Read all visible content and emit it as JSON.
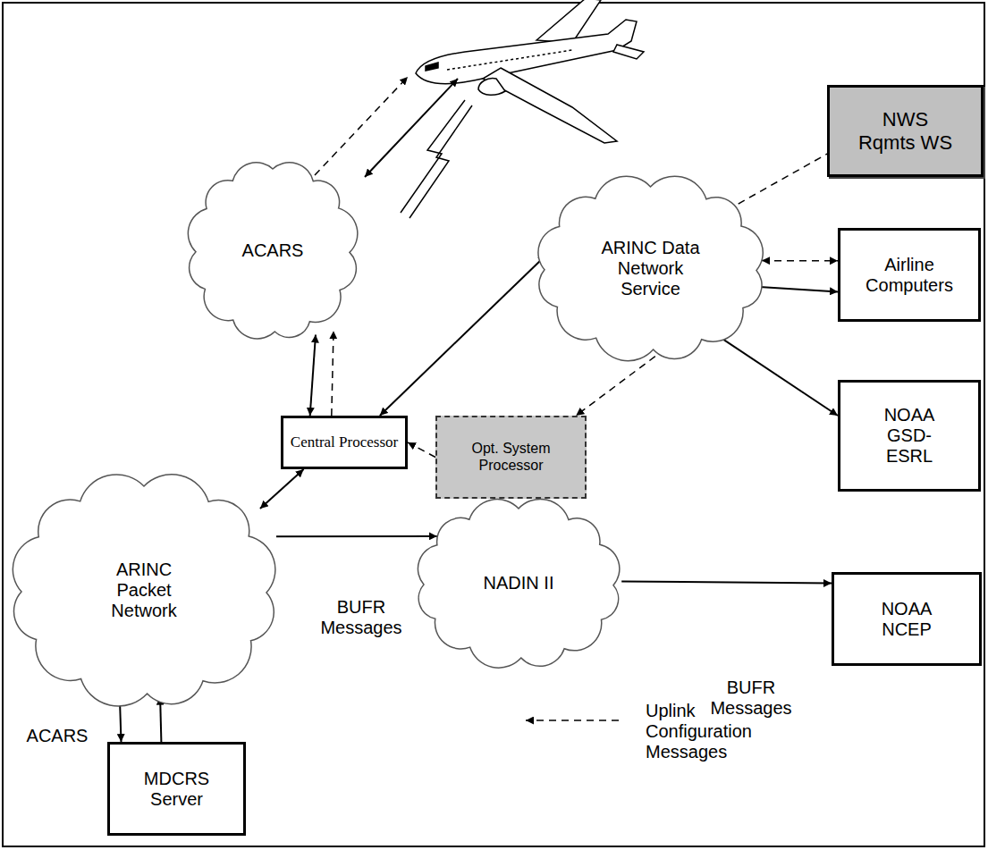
{
  "diagram": {
    "nodes": [
      {
        "text": [
          "ACARS"
        ]
      },
      {
        "text": [
          "NWS Rqmts WS"
        ]
      },
      {
        "text": [
          "ARINC Data Network Service"
        ]
      },
      {
        "text": [
          "Airline Computers"
        ]
      },
      {
        "text": [
          "Central Processor"
        ]
      },
      {
        "text": [
          "Opt. System Processor"
        ]
      },
      {
        "text": [
          "NOAA GSD-ESRL"
        ]
      },
      {
        "text": [
          "ARINC Packet Network"
        ]
      },
      {
        "text": [
          "NADIN II"
        ]
      },
      {
        "text": [
          "NOAA NCEP"
        ]
      },
      {
        "text": [
          "MDCRS Server"
        ]
      }
    ],
    "edges": [
      {
        "from": 1,
        "to": 2,
        "arrow": "to"
      },
      {
        "from": 2,
        "to": 3,
        "arrow": "both"
      },
      {
        "from": 2,
        "to": 3,
        "arrow": "to"
      },
      {
        "from": 2,
        "to": 4,
        "arrow": "both"
      },
      {
        "from": 2,
        "to": 6,
        "arrow": "to"
      },
      {
        "from": 2,
        "to": 5,
        "arrow": "to"
      },
      {
        "from": 5,
        "to": 4,
        "arrow": "to"
      },
      {
        "from": 4,
        "to": 0,
        "arrow": "both"
      },
      {
        "from": 4,
        "to": 0,
        "arrow": "to"
      },
      {
        "from": 4,
        "to": 7,
        "arrow": "both"
      },
      {
        "from": 7,
        "to": 8,
        "arrow": "to"
      },
      {
        "from": 8,
        "to": 9,
        "arrow": "to",
        "label": "BUFR Messages"
      },
      {
        "from": 7,
        "to": 10,
        "arrow": "to",
        "label": "ACARS"
      },
      {
        "from": 10,
        "to": 7,
        "arrow": "to",
        "label": "BUFR Messages"
      }
    ],
    "legend": [
      {
        "text": "Uplink Configuration Messages"
      }
    ]
  }
}
